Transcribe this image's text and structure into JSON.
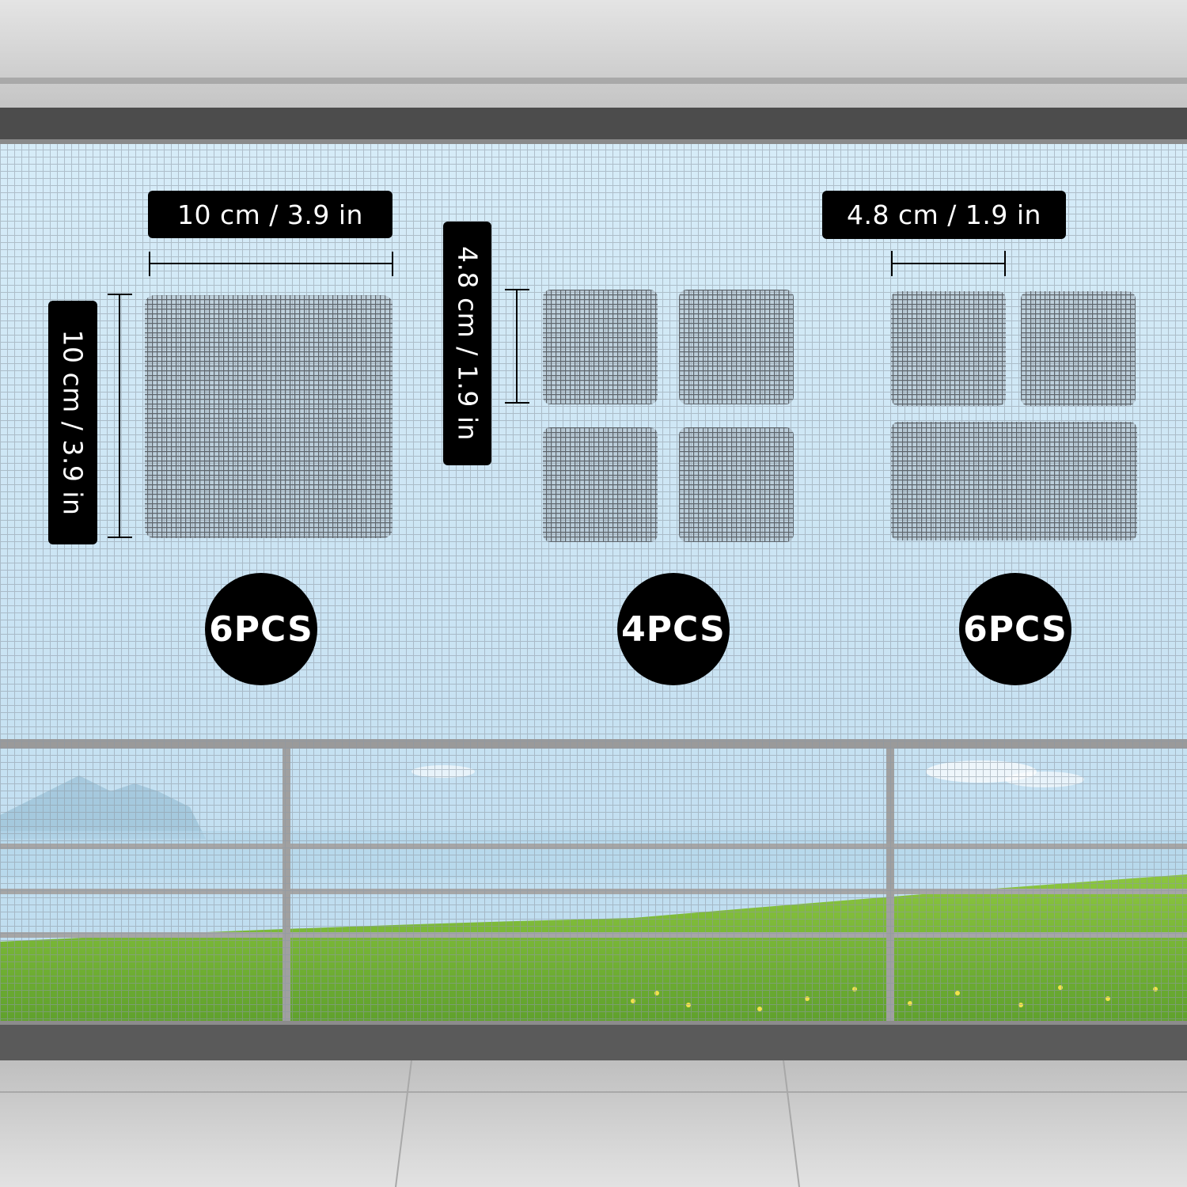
{
  "colors": {
    "sky": "#cfe6f4",
    "mesh_line": "#8a96a0",
    "patch": "#6e7680",
    "frame_dark": "#4a4a4a",
    "grass": "#79b637",
    "badge": "#000000"
  },
  "groups": [
    {
      "width_label": "10 cm / 3.9 in",
      "height_label": "10 cm / 3.9 in",
      "count": "6PCS"
    },
    {
      "height_label": "4.8 cm / 1.9 in",
      "count": "4PCS"
    },
    {
      "width_label": "4.8 cm / 1.9 in",
      "count": "6PCS"
    }
  ]
}
